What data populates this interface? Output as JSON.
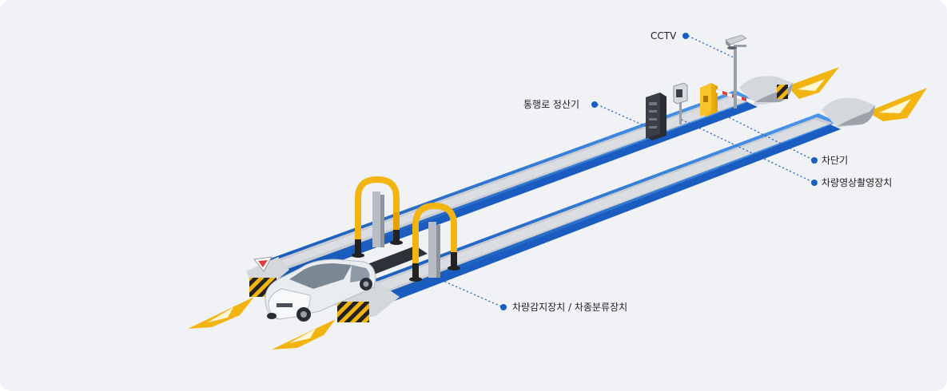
{
  "labels": {
    "cctv": "CCTV",
    "payment_machine": "통행로 정산기",
    "barrier": "차단기",
    "video_capture": "차량영상촬영장치",
    "vehicle_detection": "차량감지장치 / 차종분류장치"
  },
  "colors": {
    "background": "#f1f2f6",
    "lane_blue": "#1f6fd1",
    "arrow_yellow": "#f2b410",
    "leader_dot": "#1a5fc0"
  }
}
